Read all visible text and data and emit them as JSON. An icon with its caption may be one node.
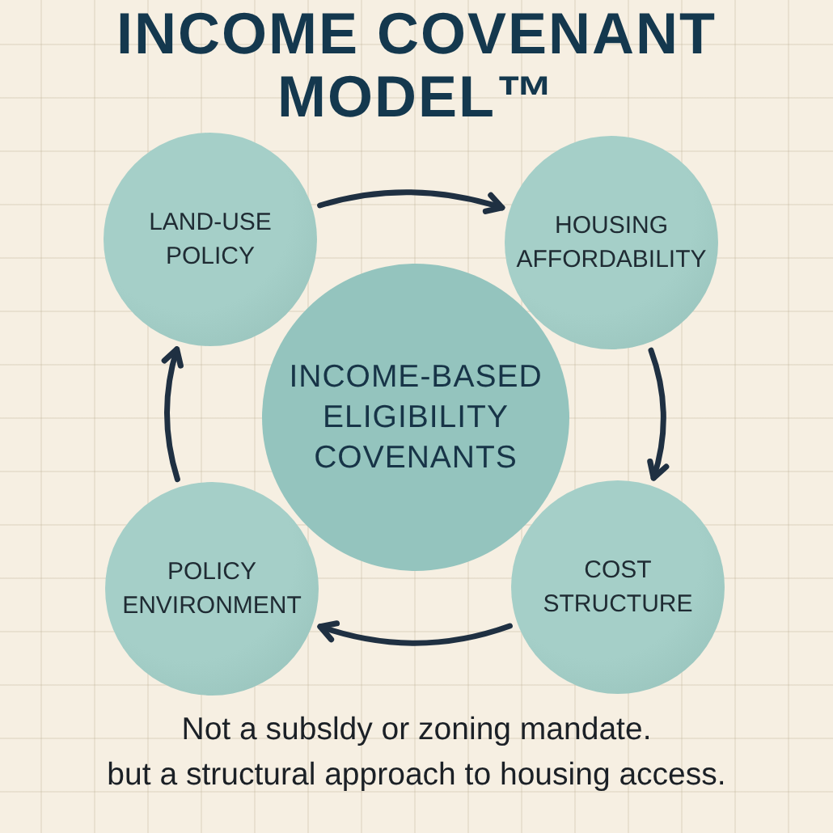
{
  "diagram": {
    "title": "INCOME COVENANT MODEL™",
    "nodes": [
      {
        "text": [
          "LAND-USE POLICY"
        ]
      },
      {
        "text": [
          "HOUSING AFFORDABILITY"
        ]
      },
      {
        "text": [
          "INCOME-BASED ELIGIBILITY COVENANTS"
        ]
      },
      {
        "text": [
          "POLICY ENVIRONMENT"
        ]
      },
      {
        "text": [
          "COST STRUCTURE"
        ]
      }
    ],
    "edges": [
      {
        "from": 0,
        "to": 1,
        "arrow": "to"
      },
      {
        "from": 1,
        "to": 4,
        "arrow": "to"
      },
      {
        "from": 4,
        "to": 3,
        "arrow": "to"
      },
      {
        "from": 3,
        "to": 0,
        "arrow": "to"
      }
    ],
    "caption": "Not a subsldy or zoning mandate. but a structural approach to housing access."
  }
}
